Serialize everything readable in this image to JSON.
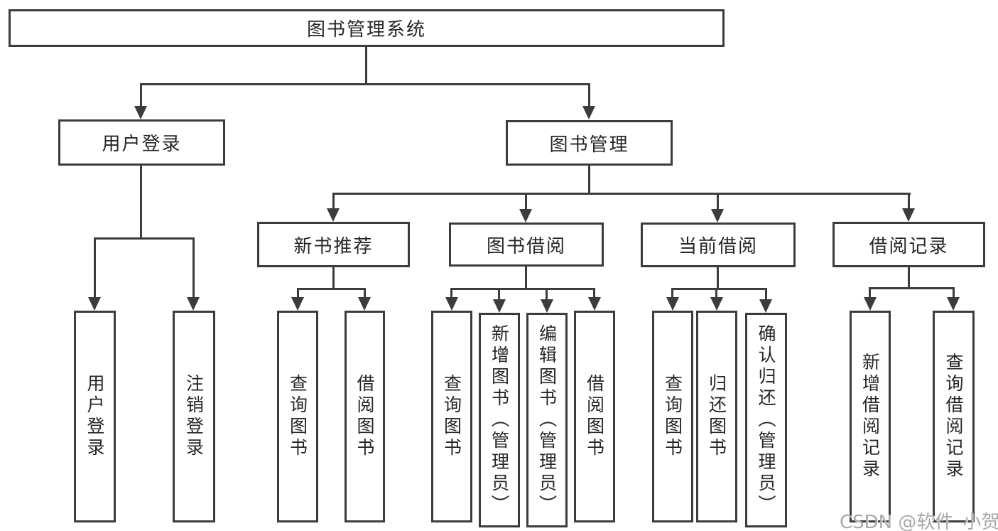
{
  "nodes": {
    "root": "图书管理系统",
    "level2": [
      "用户登录",
      "图书管理"
    ],
    "level3": [
      "新书推荐",
      "图书借阅",
      "当前借阅",
      "借阅记录"
    ],
    "leaves_user": [
      "用户登录",
      "注销登录"
    ],
    "leaves_new_book": [
      "查询图书",
      "借阅图书"
    ],
    "leaves_borrow": [
      "查询图书",
      "新增图书（管理员）",
      "编辑图书（管理员）",
      "借阅图书"
    ],
    "leaves_current": [
      "查询图书",
      "归还图书",
      "确认归还（管理员）"
    ],
    "leaves_records": [
      "新增借阅记录",
      "查询借阅记录"
    ]
  },
  "watermark": "CSDN @软件_小贺同学",
  "colors": {
    "line": "#3c3c3c",
    "text": "#262626",
    "watermark": "#a9a9a9",
    "background": "#ffffff"
  }
}
